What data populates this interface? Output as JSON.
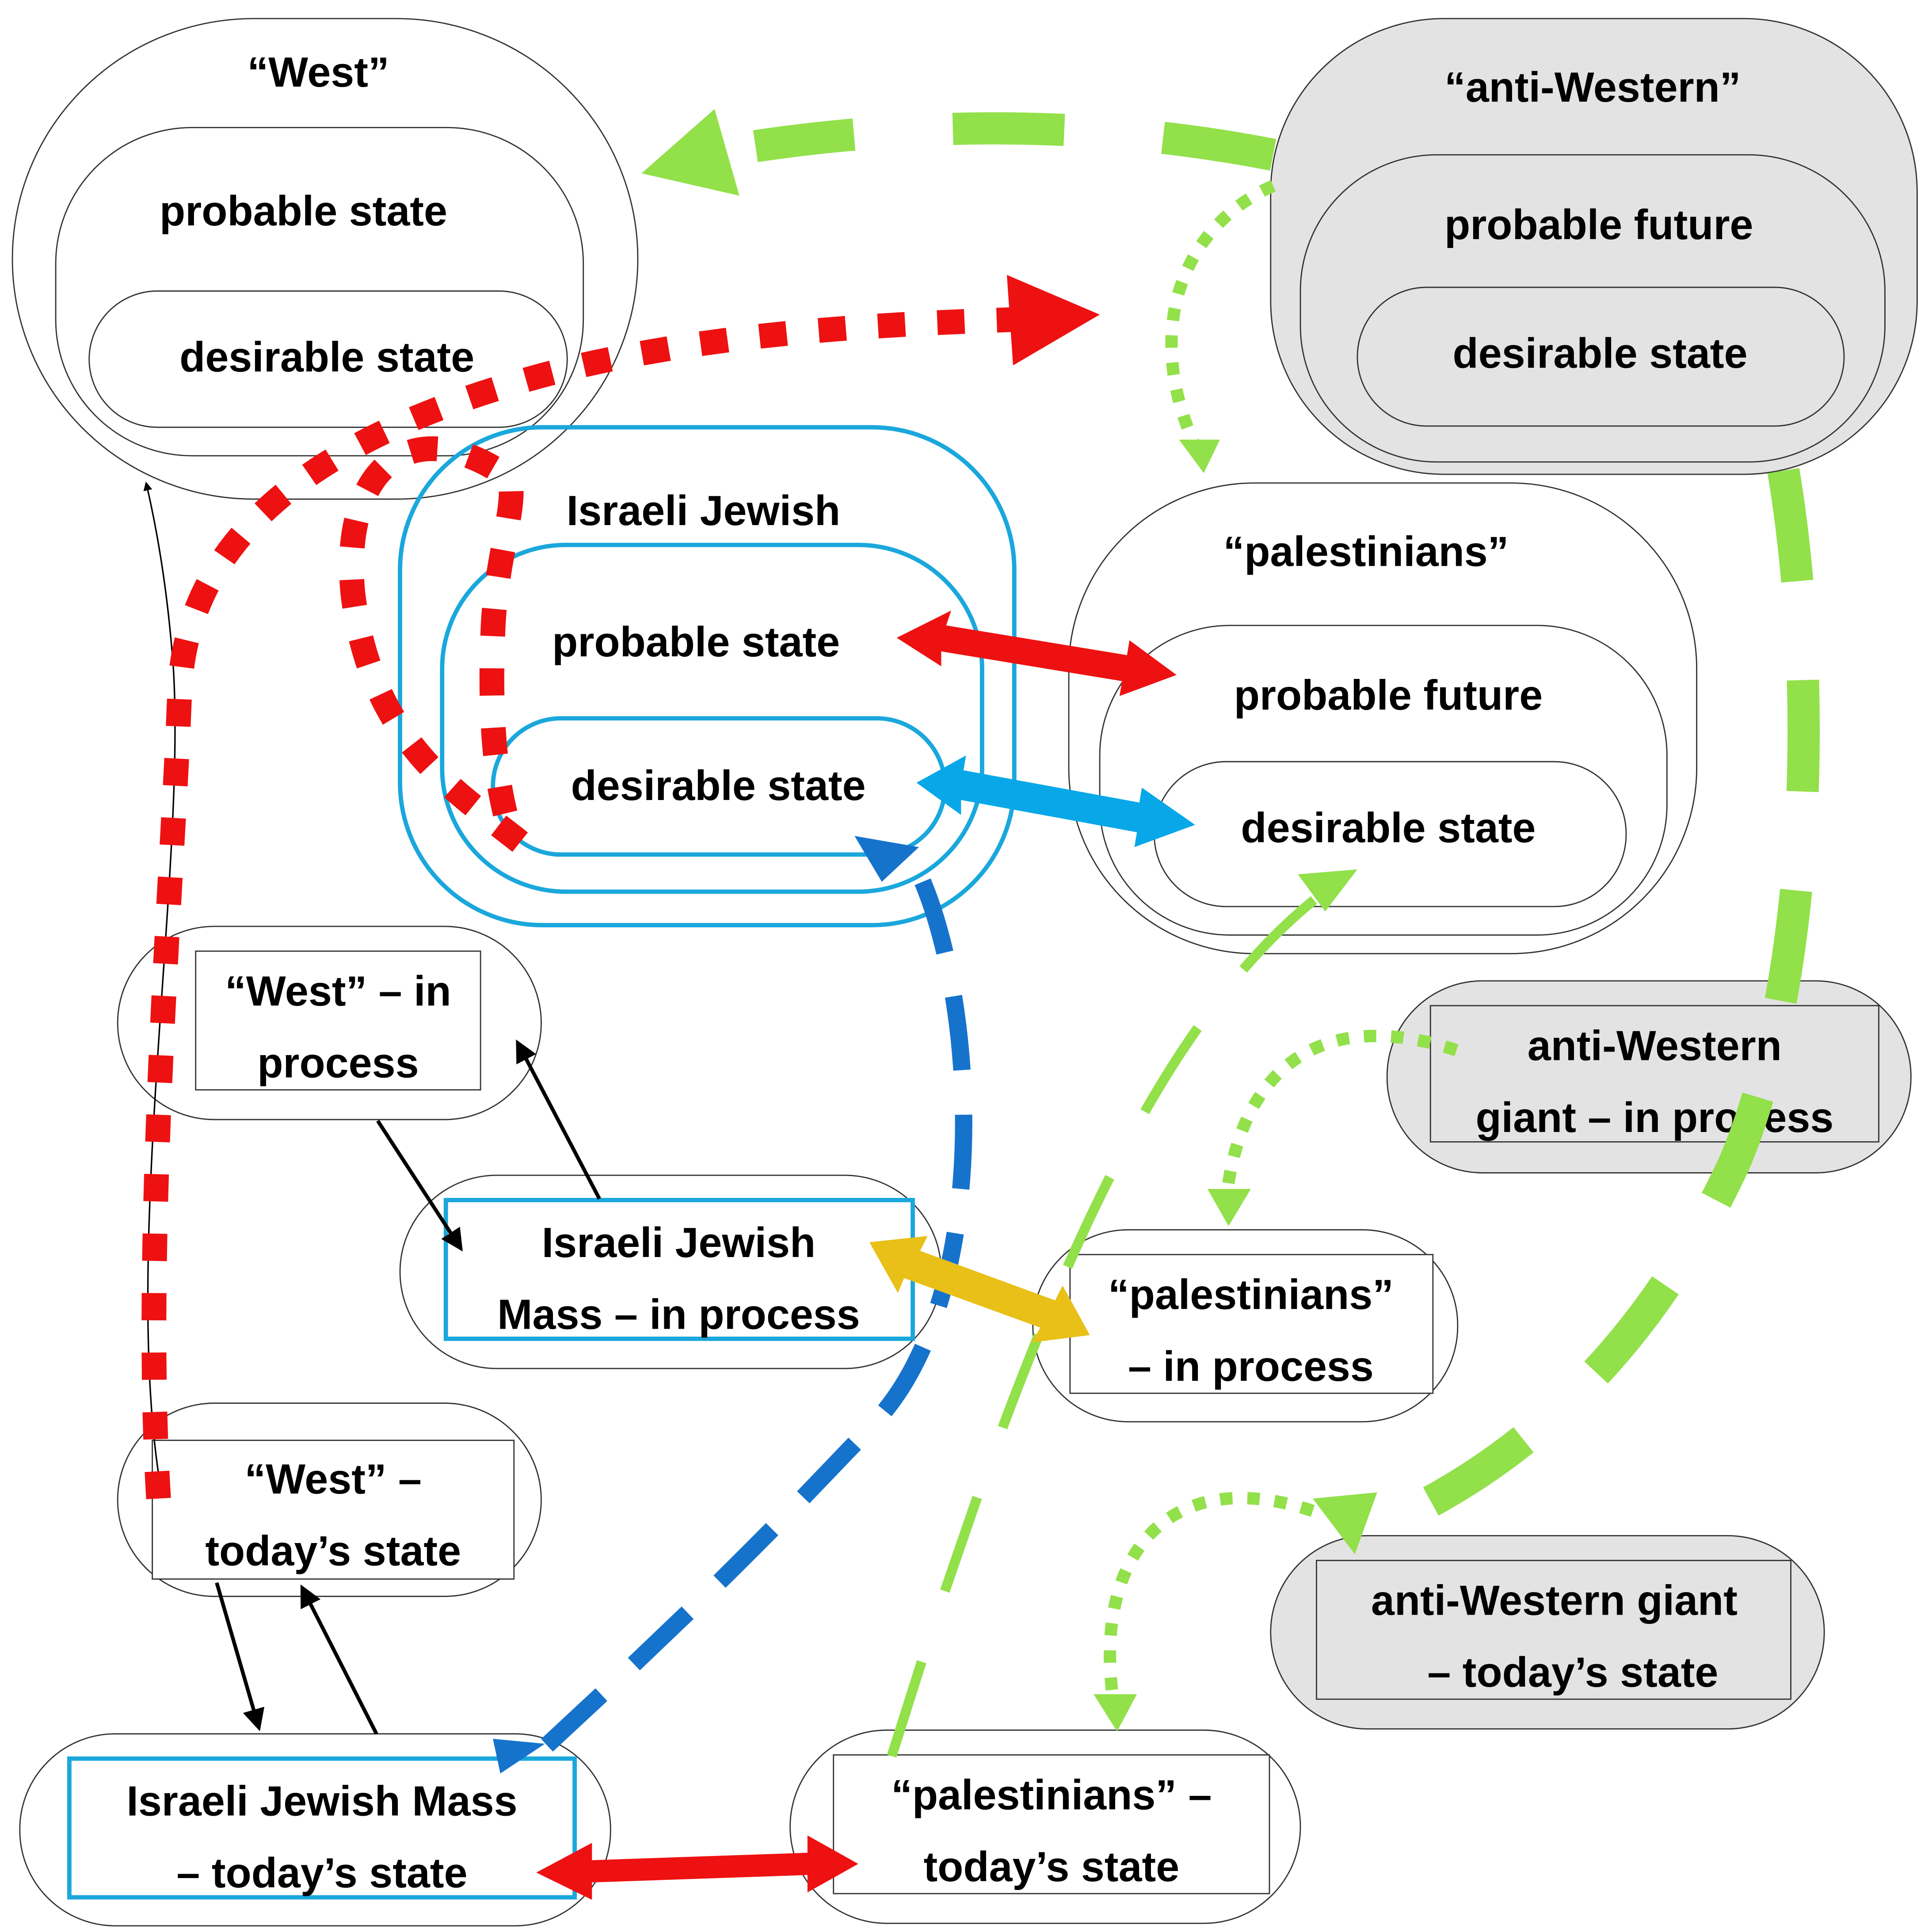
{
  "west": {
    "title": "“West”",
    "probable": "probable state",
    "desirable": "desirable state",
    "in_process_1": "“West” – in",
    "in_process_2": "process",
    "today_1": "“West” –",
    "today_2": "today’s state"
  },
  "anti_western": {
    "title": "“anti-Western”",
    "probable": "probable  future",
    "desirable": "desirable state",
    "in_process_1": "anti-Western",
    "in_process_2": "giant – in process",
    "today_1": "anti-Western giant",
    "today_2": "– today’s state"
  },
  "israeli": {
    "title": "Israeli Jewish",
    "probable": "probable  state",
    "desirable": "desirable state",
    "in_process_1": "Israeli Jewish",
    "in_process_2": "Mass – in process",
    "today_1": "Israeli Jewish Mass",
    "today_2": "– today’s state"
  },
  "palestinians": {
    "title": "“palestinians”",
    "probable": "probable  future",
    "desirable": "desirable state",
    "in_process_1": "“palestinians”",
    "in_process_2": "– in process",
    "today_1": "“palestinians” –",
    "today_2": "today’s state"
  },
  "colors": {
    "red": "#ee1111",
    "light_green": "#92e04a",
    "dark_blue": "#1673cc",
    "sky_blue": "#08a8e8",
    "frame_blue": "#1aa7dc",
    "gold": "#e8c018",
    "grey_fill": "#e3e3e3"
  }
}
